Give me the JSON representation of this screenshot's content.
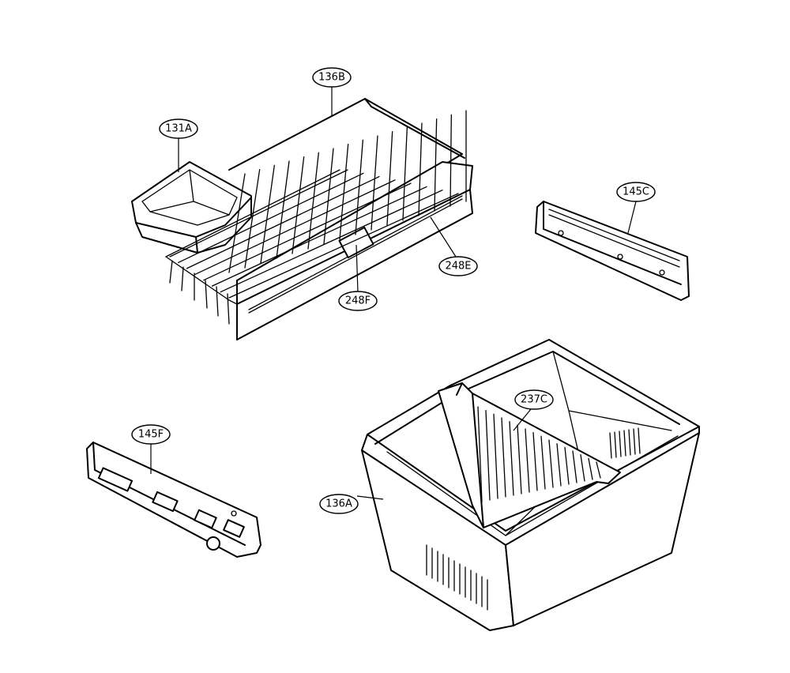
{
  "diagram": {
    "parts": [
      {
        "id": "131A",
        "label": "131A"
      },
      {
        "id": "136B",
        "label": "136B"
      },
      {
        "id": "145C",
        "label": "145C"
      },
      {
        "id": "248E",
        "label": "248E"
      },
      {
        "id": "248F",
        "label": "248F"
      },
      {
        "id": "237C",
        "label": "237C"
      },
      {
        "id": "145F",
        "label": "145F"
      },
      {
        "id": "136A",
        "label": "136A"
      }
    ]
  }
}
